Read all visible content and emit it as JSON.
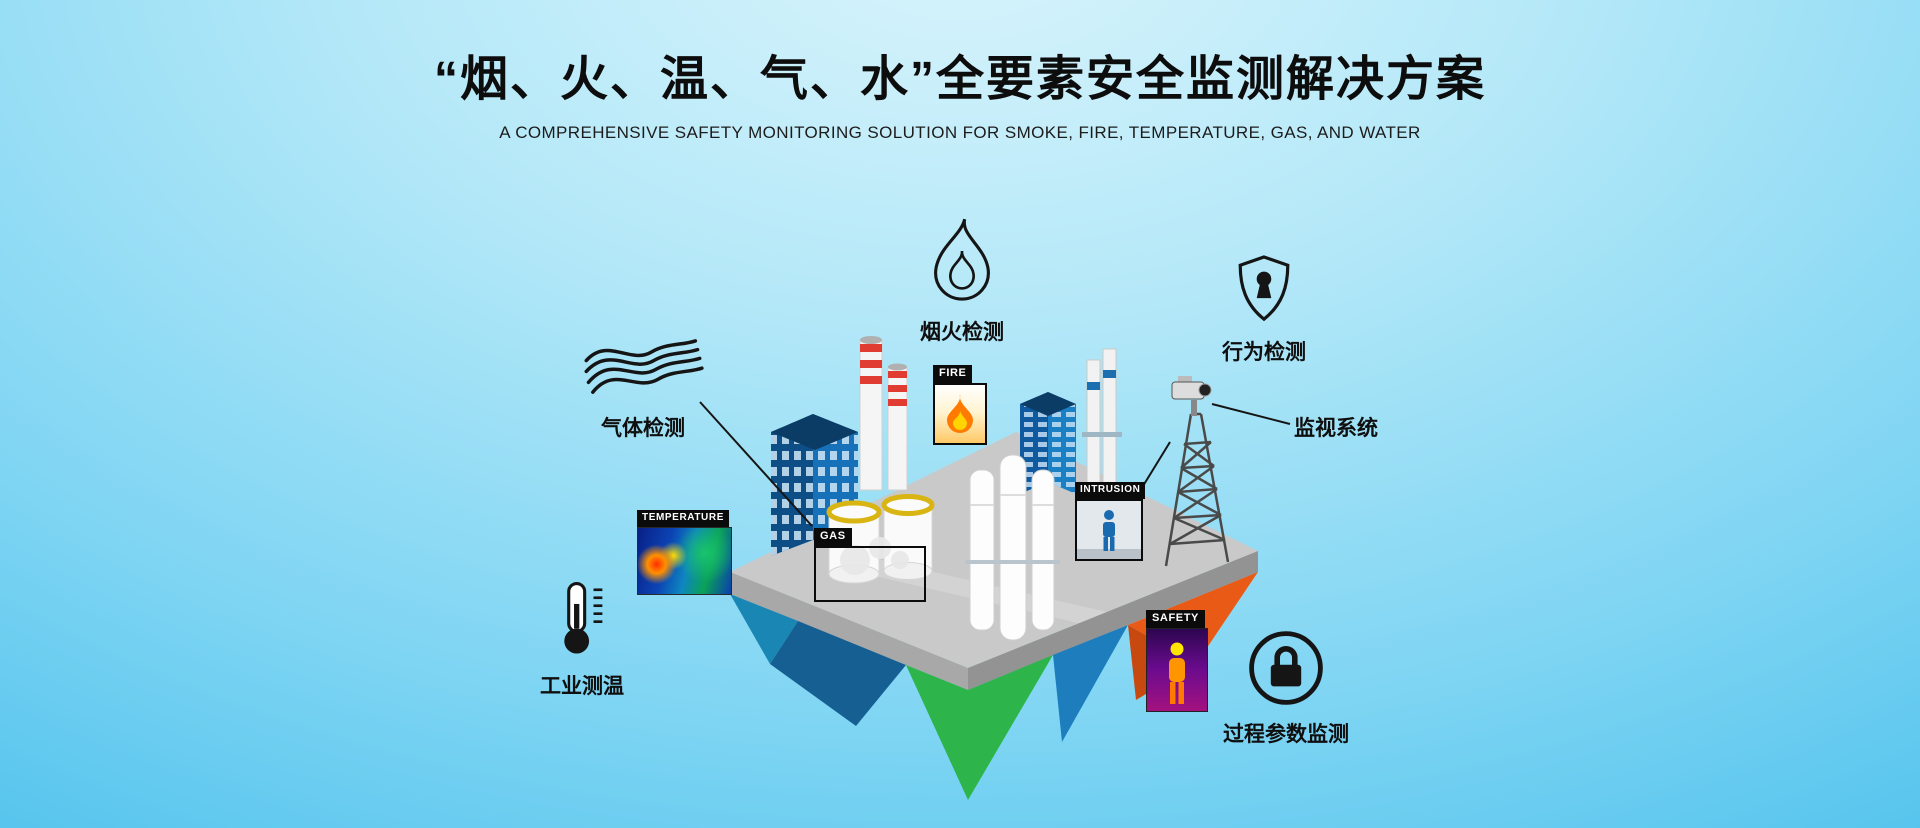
{
  "header": {
    "title": "“烟、火、温、气、水”全要素安全监测解决方案",
    "subtitle": "A COMPREHENSIVE SAFETY MONITORING SOLUTION FOR SMOKE, FIRE, TEMPERATURE, GAS, AND WATER"
  },
  "callouts": [
    {
      "id": "smoke-fire",
      "label": "烟火检测",
      "icon": "flame-icon"
    },
    {
      "id": "behavior",
      "label": "行为检测",
      "icon": "shield-keyhole-icon"
    },
    {
      "id": "gas",
      "label": "气体检测",
      "icon": "gas-waves-icon"
    },
    {
      "id": "surveillance",
      "label": "监视系统",
      "icon": "camera-icon"
    },
    {
      "id": "industrial-temperature",
      "label": "工业测温",
      "icon": "thermometer-icon"
    },
    {
      "id": "process-parameters",
      "label": "过程参数监测",
      "icon": "lock-icon"
    }
  ],
  "tags": [
    {
      "id": "fire",
      "label": "FIRE"
    },
    {
      "id": "temperature",
      "label": "TEMPERATURE"
    },
    {
      "id": "gas",
      "label": "GAS"
    },
    {
      "id": "intrusion",
      "label": "INTRUSION"
    },
    {
      "id": "safety",
      "label": "SAFETY"
    }
  ],
  "colors": {
    "background_top": "#d9f4fc",
    "background_edge": "#2fb4e8",
    "text": "#0d0d0d",
    "platform_grey": "#c9c9c9",
    "facet_orange": "#ea5a17",
    "facet_green": "#2db54b",
    "facet_blue": "#1d7dbd",
    "facet_teal": "#1a86b4",
    "tag_bar_bg": "#0b0b0b",
    "tag_bar_text": "#ffffff"
  }
}
